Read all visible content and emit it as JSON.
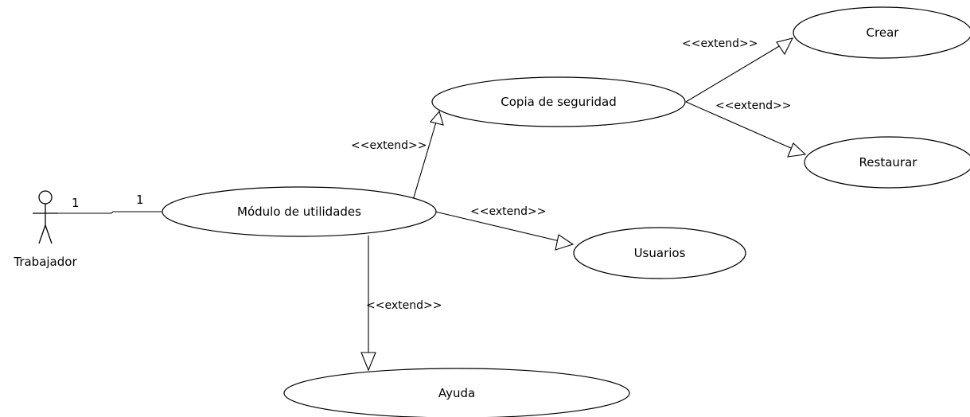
{
  "diagram": {
    "actor": {
      "name": "Trabajador"
    },
    "association": {
      "actor_multiplicity": "1",
      "usecase_multiplicity": "1"
    },
    "use_cases": {
      "modulo": "Módulo de utilidades",
      "copia": "Copia de seguridad",
      "crear": "Crear",
      "restaurar": "Restaurar",
      "usuarios": "Usuarios",
      "ayuda": "Ayuda"
    },
    "relations": {
      "stereotype": "<<extend>>"
    }
  }
}
